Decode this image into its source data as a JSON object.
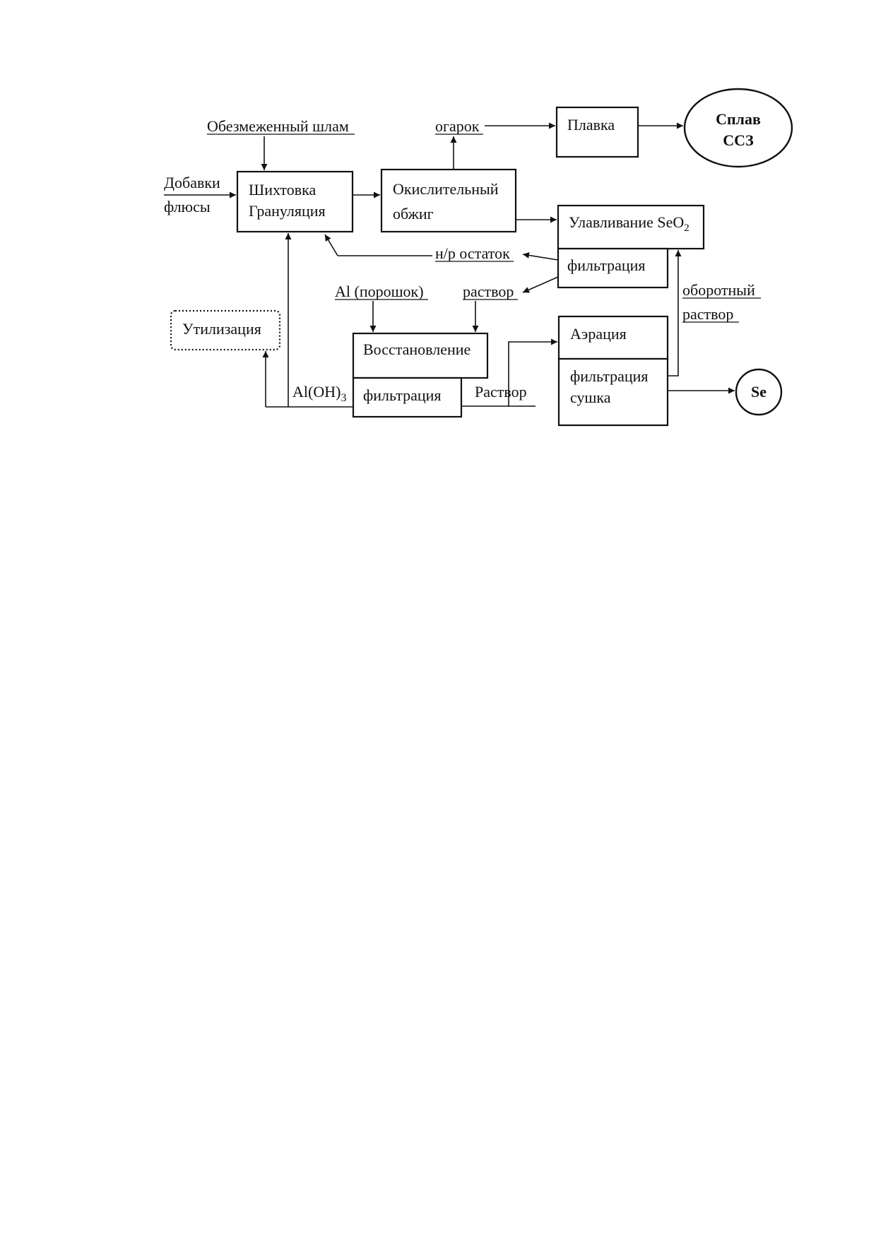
{
  "diagram": {
    "labels": {
      "sludge": "Обезмеженный шлам",
      "additives": "Добавки",
      "fluxes": "флюсы",
      "cinder": "огарок",
      "residue": "н/р остаток",
      "al_powder": "Al (порошок)",
      "solution": "раствор",
      "al_oh3": "Al(OH)",
      "al_oh3_sub": "3",
      "solution2": "Раствор",
      "recycle_1": "оборотный",
      "recycle_2": "раствор"
    },
    "boxes": {
      "charging_1": "Шихтовка",
      "charging_2": "Грануляция",
      "roasting_1": "Окислительный",
      "roasting_2": "обжиг",
      "smelting": "Плавка",
      "capture": "Улавливание SeO",
      "capture_sub": "2",
      "filtration1": "фильтрация",
      "utilization": "Утилизация",
      "reduction": "Восстановление",
      "filtration2": "фильтрация",
      "aeration": "Аэрация",
      "filtration3_1": "фильтрация",
      "filtration3_2": "сушка"
    },
    "products": {
      "alloy_1": "Сплав",
      "alloy_2": "ССЗ",
      "selenium": "Se"
    }
  }
}
